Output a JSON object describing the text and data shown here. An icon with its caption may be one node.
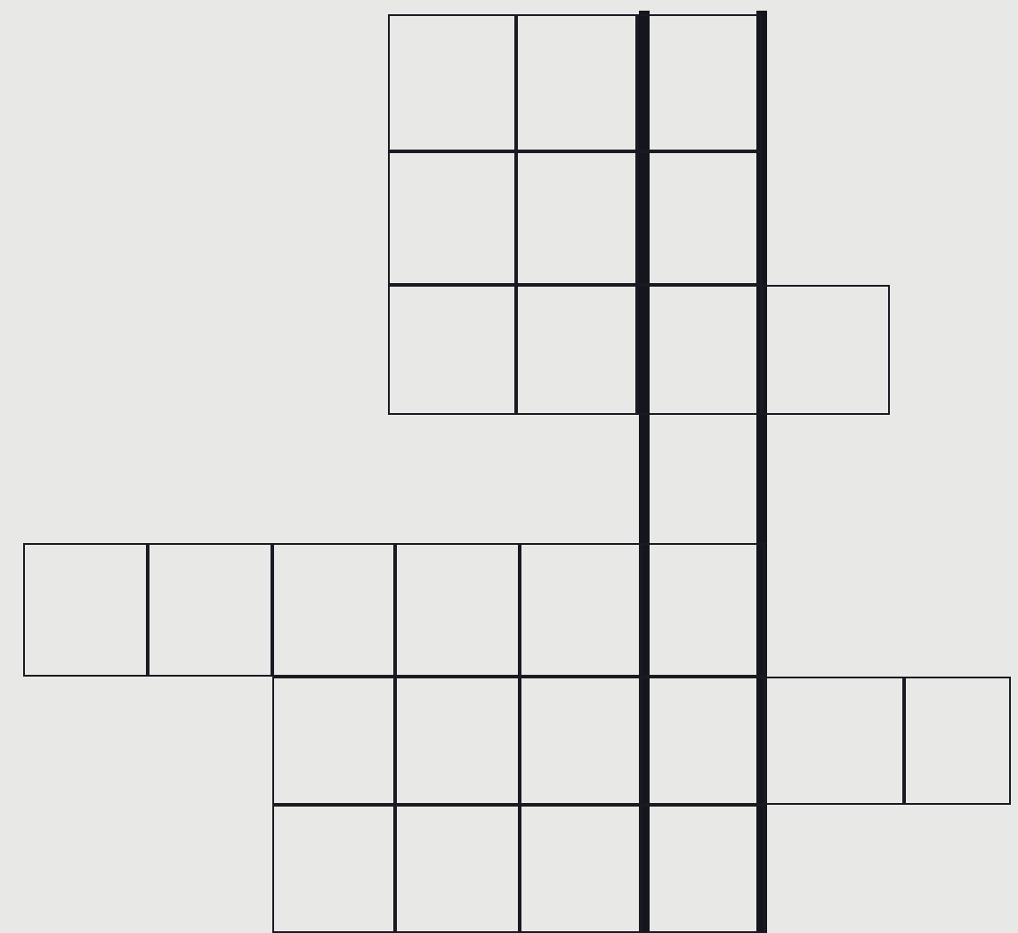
{
  "diagram": {
    "nodes": [
      {
        "text": [],
        "shape": "box"
      },
      {
        "text": [],
        "shape": "box"
      },
      {
        "text": [],
        "shape": "box"
      },
      {
        "text": [],
        "shape": "box"
      },
      {
        "text": [],
        "shape": "box"
      },
      {
        "text": [],
        "shape": "box"
      },
      {
        "text": [],
        "shape": "box"
      },
      {
        "text": [],
        "shape": "box"
      },
      {
        "text": [],
        "shape": "box"
      },
      {
        "text": [],
        "shape": "box"
      },
      {
        "text": [],
        "shape": "box"
      },
      {
        "text": [],
        "shape": "box"
      },
      {
        "text": [],
        "shape": "box"
      },
      {
        "text": [],
        "shape": "box"
      },
      {
        "text": [],
        "shape": "box"
      },
      {
        "text": [],
        "shape": "box"
      },
      {
        "text": [],
        "shape": "box"
      },
      {
        "text": [],
        "shape": "box"
      },
      {
        "text": [],
        "shape": "box"
      },
      {
        "text": [],
        "shape": "box"
      },
      {
        "text": [],
        "shape": "box"
      },
      {
        "text": [],
        "shape": "box"
      },
      {
        "text": [],
        "shape": "box"
      },
      {
        "text": [],
        "shape": "box"
      },
      {
        "text": [],
        "shape": "box"
      },
      {
        "text": [],
        "shape": "box"
      }
    ]
  }
}
